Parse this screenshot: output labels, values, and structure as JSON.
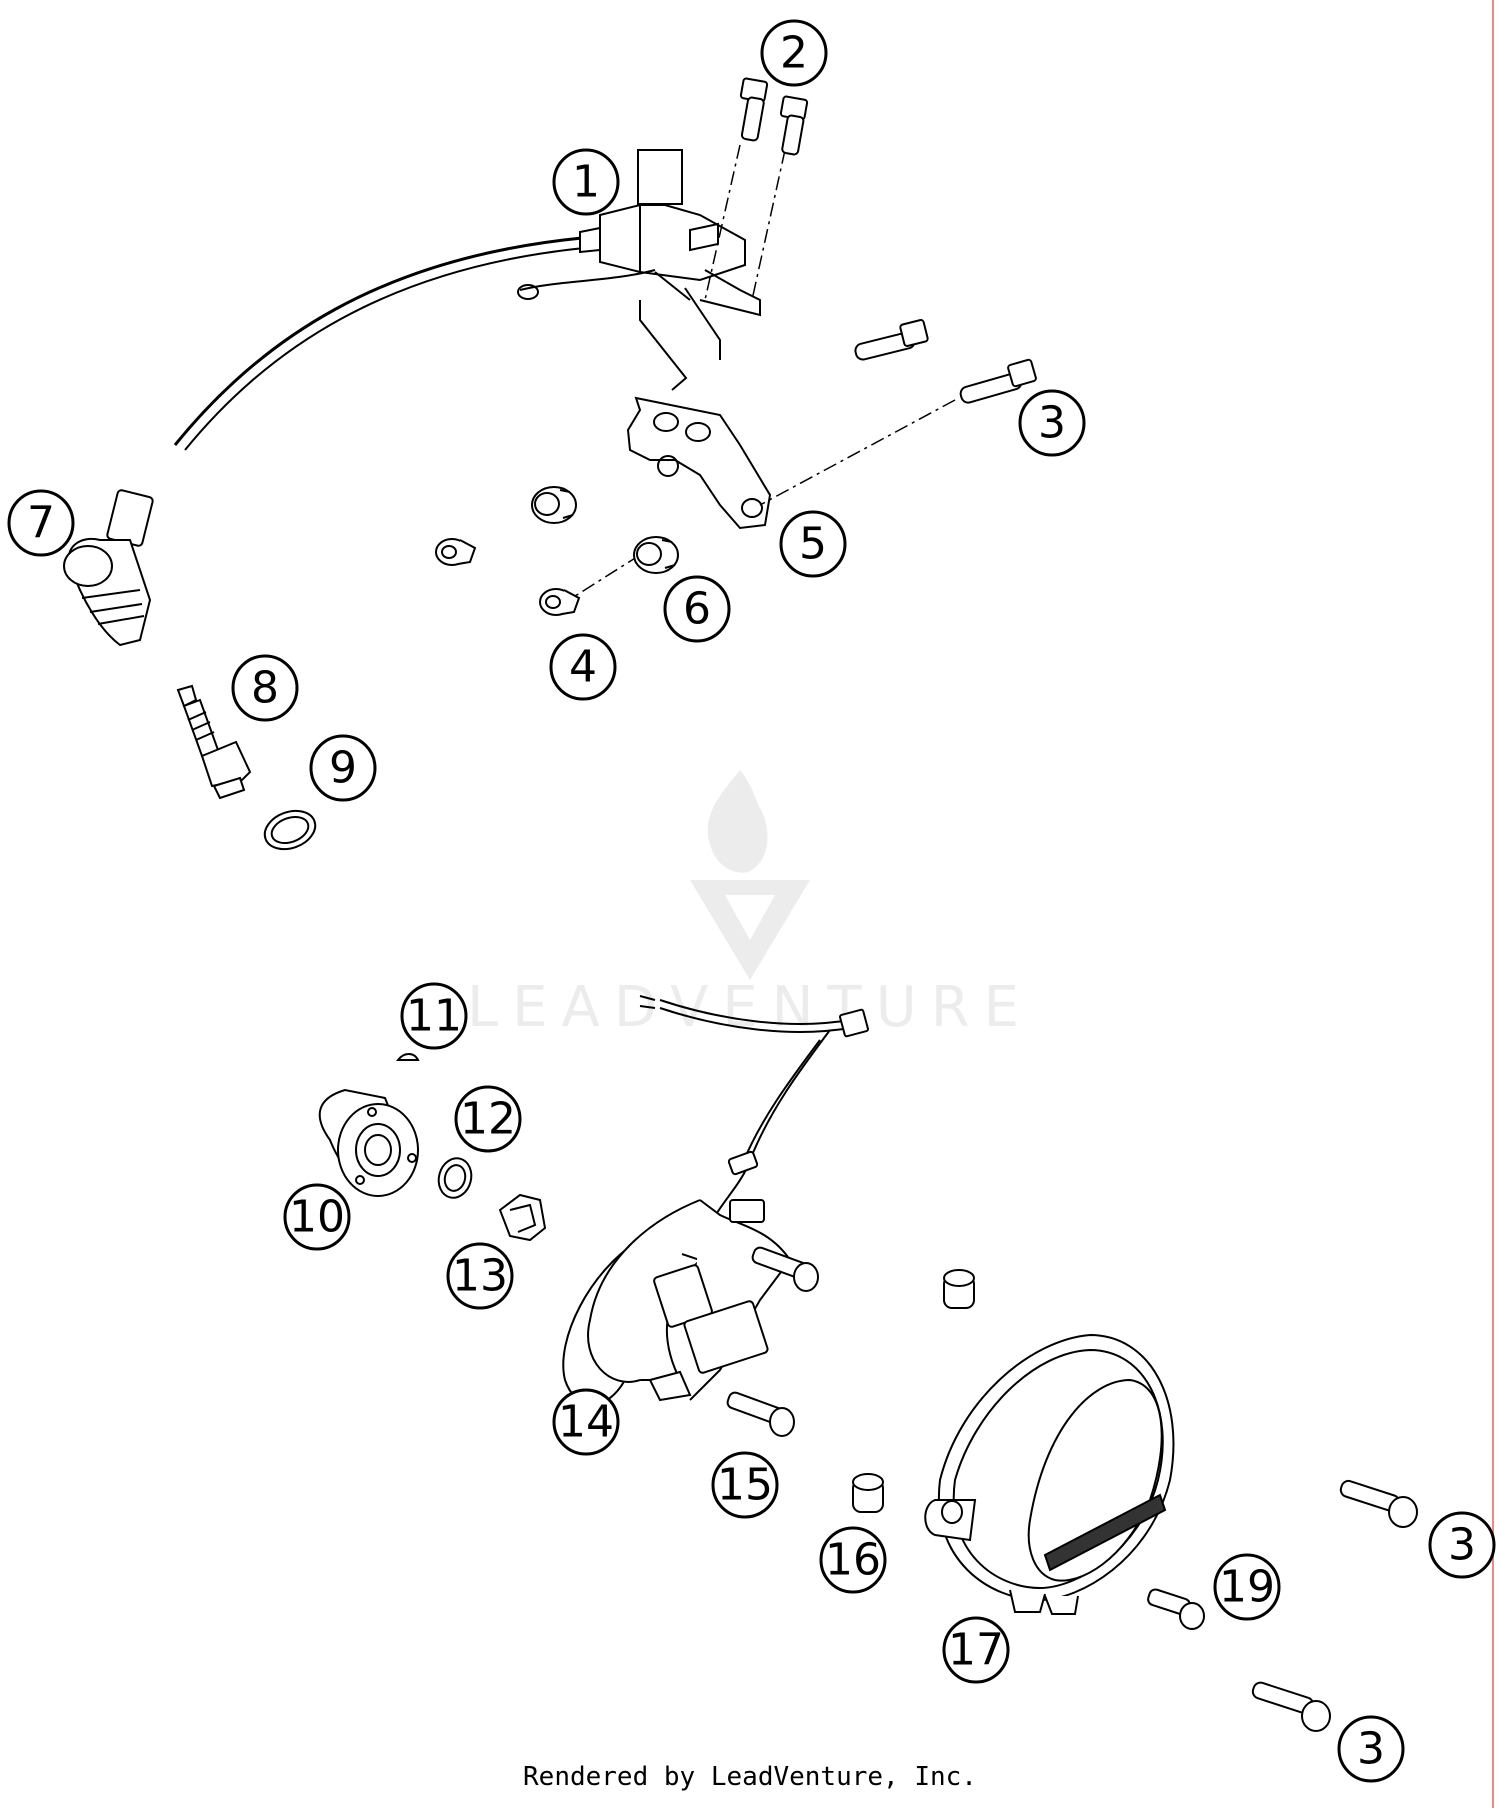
{
  "callouts": [
    {
      "id": "1",
      "label": "1"
    },
    {
      "id": "2",
      "label": "2"
    },
    {
      "id": "3a",
      "label": "3"
    },
    {
      "id": "3b",
      "label": "3"
    },
    {
      "id": "3c",
      "label": "3"
    },
    {
      "id": "4",
      "label": "4"
    },
    {
      "id": "5",
      "label": "5"
    },
    {
      "id": "6",
      "label": "6"
    },
    {
      "id": "7",
      "label": "7"
    },
    {
      "id": "8",
      "label": "8"
    },
    {
      "id": "9",
      "label": "9"
    },
    {
      "id": "10",
      "label": "10"
    },
    {
      "id": "11",
      "label": "11"
    },
    {
      "id": "12",
      "label": "12"
    },
    {
      "id": "13",
      "label": "13"
    },
    {
      "id": "14",
      "label": "14"
    },
    {
      "id": "15",
      "label": "15"
    },
    {
      "id": "16",
      "label": "16"
    },
    {
      "id": "17",
      "label": "17"
    },
    {
      "id": "19",
      "label": "19"
    }
  ],
  "watermark": {
    "text": "LEADVENTURE"
  },
  "footer": {
    "text": "Rendered by LeadVenture, Inc."
  }
}
